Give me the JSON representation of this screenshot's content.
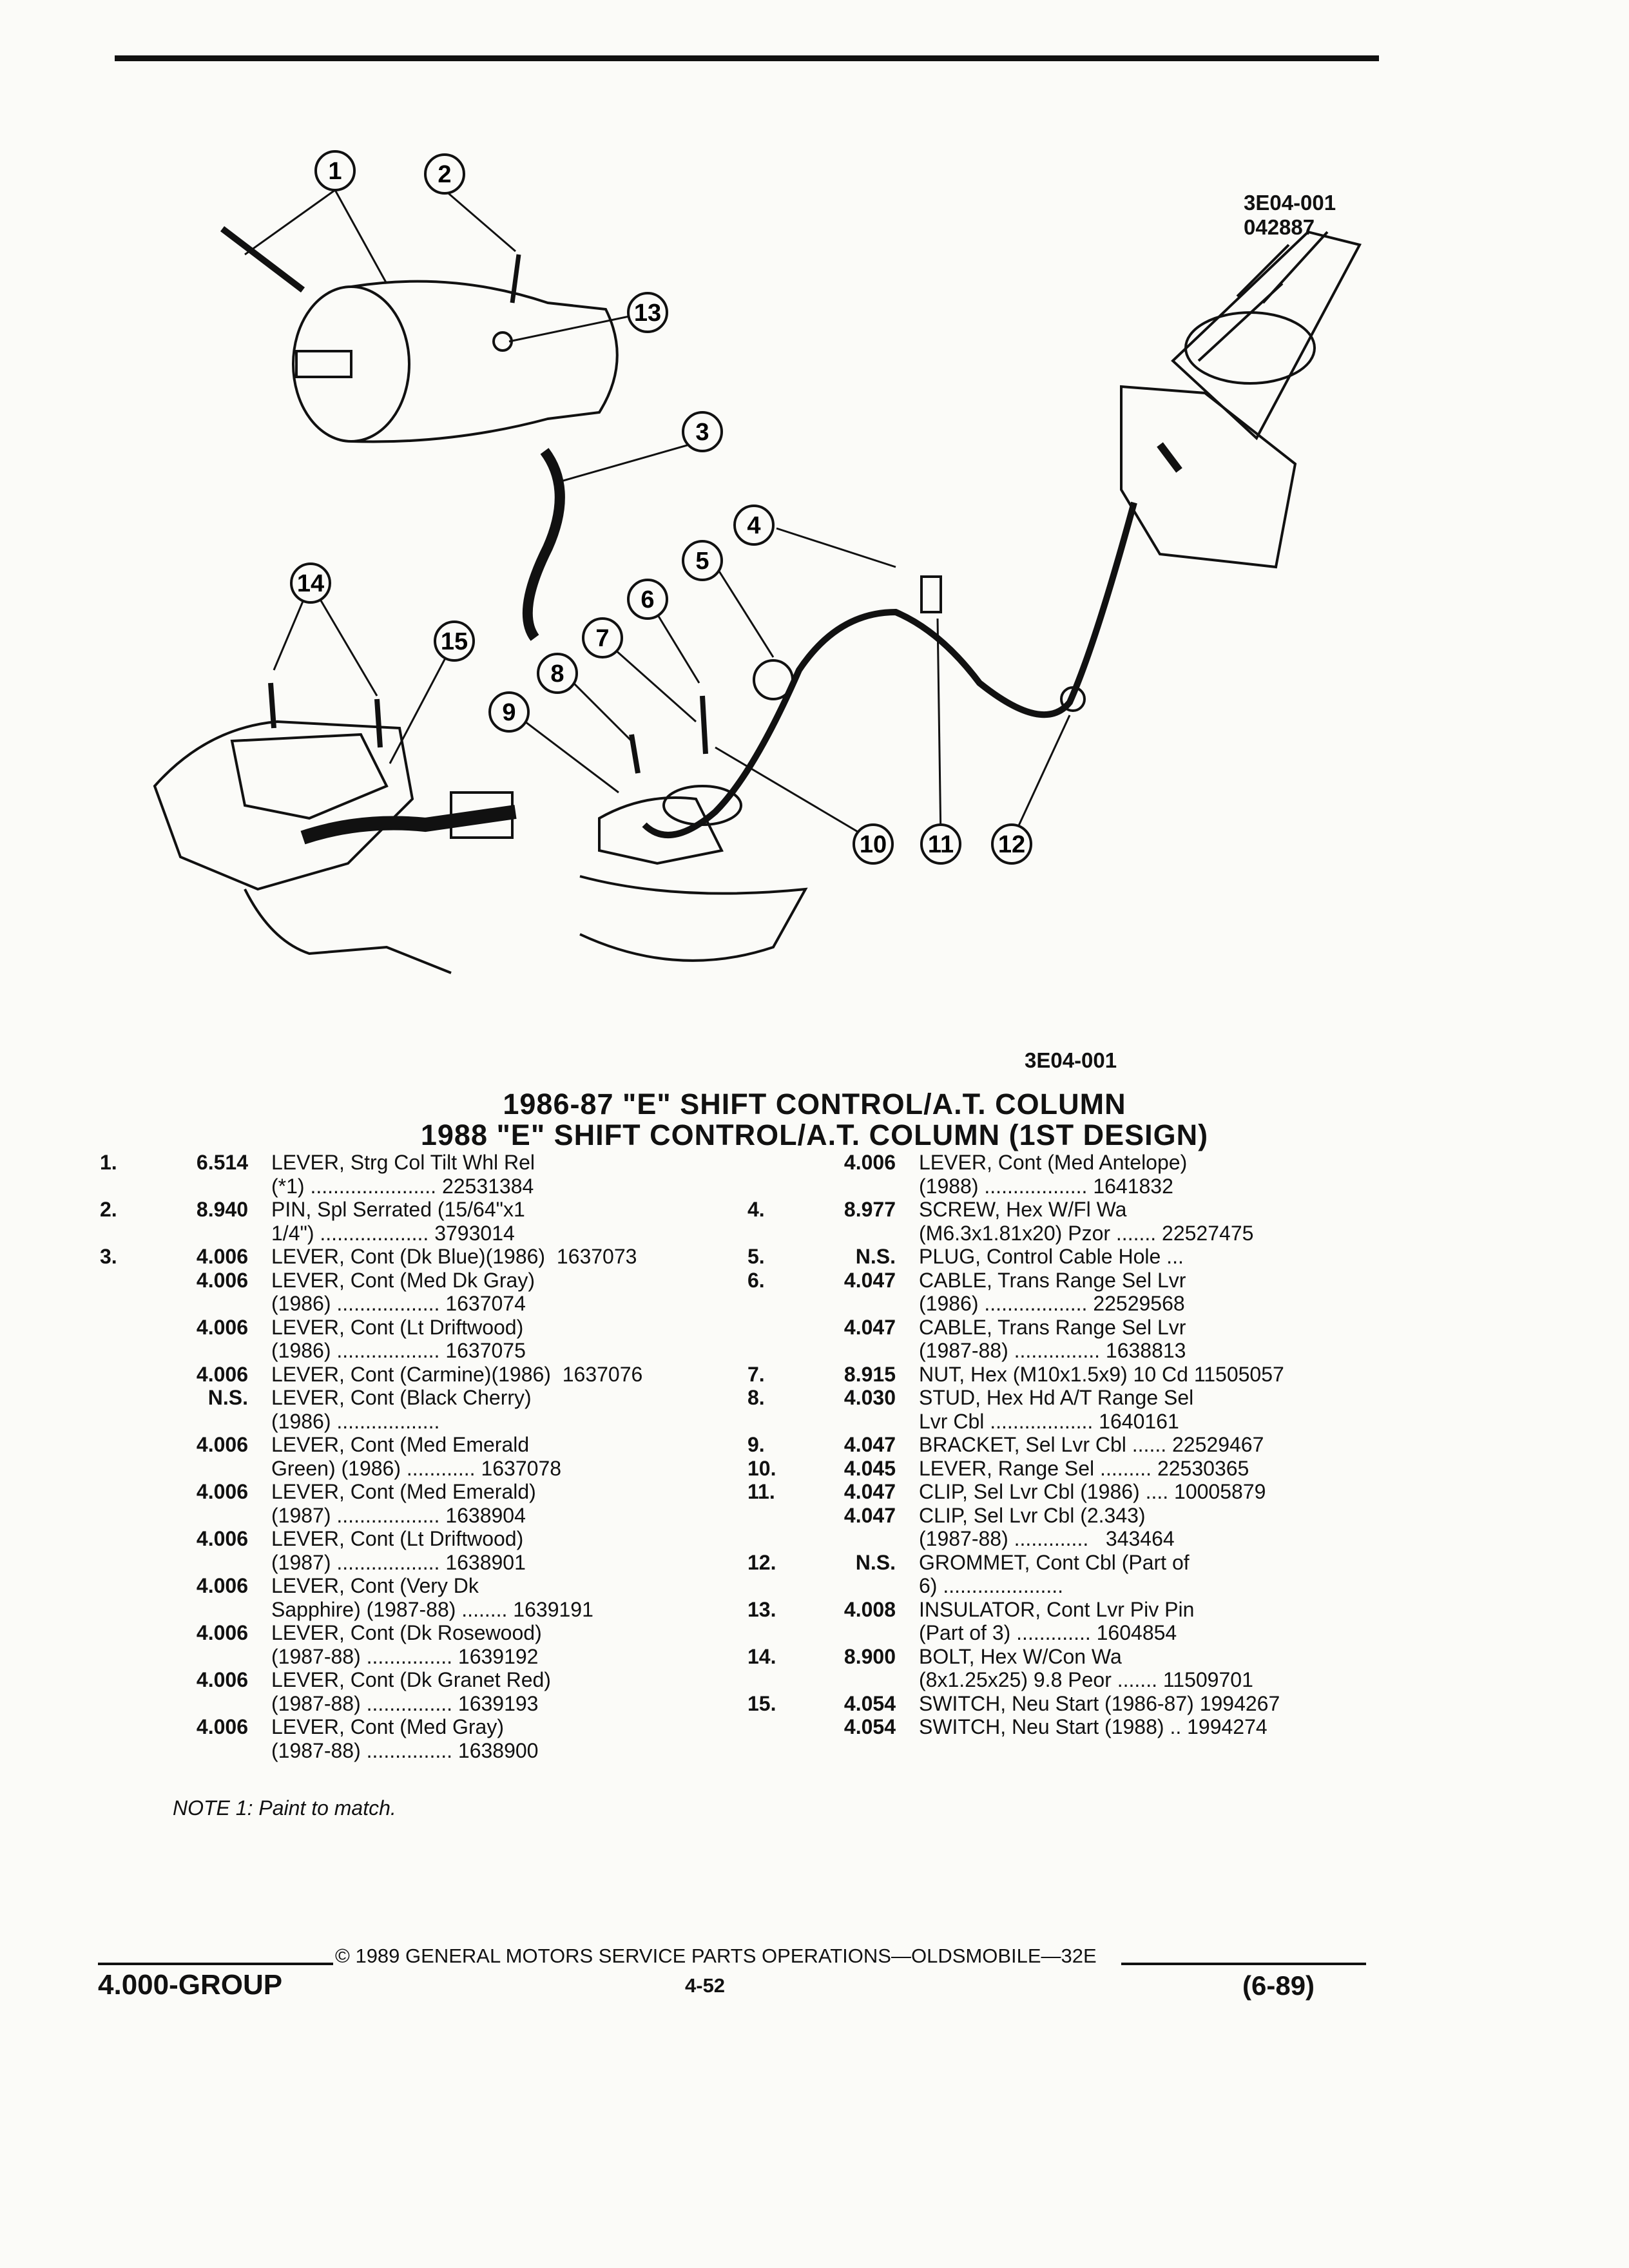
{
  "header": {
    "code_top": "3E04-001",
    "code_sub": "042887"
  },
  "diagram": {
    "figure_code": "3E04-001",
    "callouts": [
      "1",
      "2",
      "3",
      "4",
      "5",
      "6",
      "7",
      "8",
      "9",
      "10",
      "11",
      "12",
      "13",
      "14",
      "15"
    ]
  },
  "titles": {
    "line1": "1986-87 \"E\" SHIFT CONTROL/A.T. COLUMN",
    "line2": "1988 \"E\" SHIFT CONTROL/A.T. COLUMN (1ST DESIGN)"
  },
  "parts_left": [
    {
      "num": "1.",
      "gp": "6.514",
      "desc": "LEVER, Strg Col Tilt Whl Rel\n(*1) ...................... 22531384"
    },
    {
      "num": "2.",
      "gp": "8.940",
      "desc": "PIN, Spl Serrated (15/64\"x1\n1/4\") ................... 3793014"
    },
    {
      "num": "3.",
      "gp": "4.006",
      "desc": "LEVER, Cont (Dk Blue)(1986)  1637073"
    },
    {
      "num": "",
      "gp": "4.006",
      "desc": "LEVER, Cont (Med Dk Gray)\n(1986) .................. 1637074"
    },
    {
      "num": "",
      "gp": "4.006",
      "desc": "LEVER, Cont (Lt Driftwood)\n(1986) .................. 1637075"
    },
    {
      "num": "",
      "gp": "4.006",
      "desc": "LEVER, Cont (Carmine)(1986)  1637076"
    },
    {
      "num": "",
      "gp": "N.S.",
      "desc": "LEVER, Cont (Black Cherry)\n(1986) .................."
    },
    {
      "num": "",
      "gp": "4.006",
      "desc": "LEVER, Cont (Med Emerald\nGreen) (1986) ............ 1637078"
    },
    {
      "num": "",
      "gp": "4.006",
      "desc": "LEVER, Cont (Med Emerald)\n(1987) .................. 1638904"
    },
    {
      "num": "",
      "gp": "4.006",
      "desc": "LEVER, Cont (Lt Driftwood)\n(1987) .................. 1638901"
    },
    {
      "num": "",
      "gp": "4.006",
      "desc": "LEVER, Cont (Very Dk\nSapphire) (1987-88) ........ 1639191"
    },
    {
      "num": "",
      "gp": "4.006",
      "desc": "LEVER, Cont (Dk Rosewood)\n(1987-88) ............... 1639192"
    },
    {
      "num": "",
      "gp": "4.006",
      "desc": "LEVER, Cont (Dk Granet Red)\n(1987-88) ............... 1639193"
    },
    {
      "num": "",
      "gp": "4.006",
      "desc": "LEVER, Cont (Med Gray)\n(1987-88) ............... 1638900"
    }
  ],
  "parts_right": [
    {
      "num": "",
      "gp": "4.006",
      "desc": "LEVER, Cont (Med Antelope)\n(1988) .................. 1641832"
    },
    {
      "num": "4.",
      "gp": "8.977",
      "desc": "SCREW, Hex W/Fl Wa\n(M6.3x1.81x20) Pzor ....... 22527475"
    },
    {
      "num": "5.",
      "gp": "N.S.",
      "desc": "PLUG, Control Cable Hole ..."
    },
    {
      "num": "6.",
      "gp": "4.047",
      "desc": "CABLE, Trans Range Sel Lvr\n(1986) .................. 22529568"
    },
    {
      "num": "",
      "gp": "4.047",
      "desc": "CABLE, Trans Range Sel Lvr\n(1987-88) ............... 1638813"
    },
    {
      "num": "7.",
      "gp": "8.915",
      "desc": "NUT, Hex (M10x1.5x9) 10 Cd 11505057"
    },
    {
      "num": "8.",
      "gp": "4.030",
      "desc": "STUD, Hex Hd A/T Range Sel\nLvr Cbl .................. 1640161"
    },
    {
      "num": "9.",
      "gp": "4.047",
      "desc": "BRACKET, Sel Lvr Cbl ...... 22529467"
    },
    {
      "num": "10.",
      "gp": "4.045",
      "desc": "LEVER, Range Sel ......... 22530365"
    },
    {
      "num": "11.",
      "gp": "4.047",
      "desc": "CLIP, Sel Lvr Cbl (1986) .... 10005879"
    },
    {
      "num": "",
      "gp": "4.047",
      "desc": "CLIP, Sel Lvr Cbl (2.343)\n(1987-88) .............   343464"
    },
    {
      "num": "12.",
      "gp": "N.S.",
      "desc": "GROMMET, Cont Cbl (Part of\n6) ....................."
    },
    {
      "num": "13.",
      "gp": "4.008",
      "desc": "INSULATOR, Cont Lvr Piv Pin\n(Part of 3) ............. 1604854"
    },
    {
      "num": "14.",
      "gp": "8.900",
      "desc": "BOLT, Hex W/Con Wa\n(8x1.25x25) 9.8 Peor ....... 11509701"
    },
    {
      "num": "15.",
      "gp": "4.054",
      "desc": "SWITCH, Neu Start (1986-87) 1994267"
    },
    {
      "num": "",
      "gp": "4.054",
      "desc": "SWITCH, Neu Start (1988) .. 1994274"
    }
  ],
  "note": "NOTE 1: Paint to match.",
  "footer": {
    "copyright": "© 1989 GENERAL MOTORS SERVICE PARTS OPERATIONS—OLDSMOBILE—32E",
    "group": "4.000-GROUP",
    "page": "4-52",
    "date": "(6-89)"
  }
}
